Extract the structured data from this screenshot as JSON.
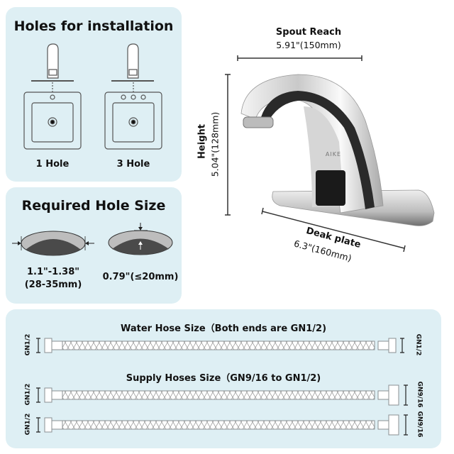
{
  "holes_panel": {
    "title": "Holes for installation",
    "options": [
      {
        "label": "1 Hole"
      },
      {
        "label": "3 Hole"
      }
    ]
  },
  "hole_size_panel": {
    "title": "Required Hole Size",
    "diameter_inch": "1.1\"-1.38\"",
    "diameter_mm": "(28-35mm)",
    "thickness": "0.79\"(≤20mm)"
  },
  "faucet": {
    "brand": "AIKE",
    "spout_reach_label": "Spout Reach",
    "spout_reach_value": "5.91\"(150mm)",
    "height_label": "Height",
    "height_value": "5.04\"(128mm)",
    "deck_label": "Deak plate",
    "deck_value": "6.3\"(160mm)"
  },
  "hoses_panel": {
    "water_title": "Water Hose Size（Both ends are GN1/2)",
    "supply_title": "Supply Hoses Size（GN9/16 to GN1/2)",
    "water_hose": {
      "left": "GN1/2",
      "right": "GN1/2"
    },
    "supply_hoses": [
      {
        "left": "GN1/2",
        "right": "GN9/16"
      },
      {
        "left": "GN1/2",
        "right": "GN9/16"
      }
    ]
  },
  "colors": {
    "panel": "#deeff4",
    "line": "#8a8f92",
    "text": "#111111"
  }
}
